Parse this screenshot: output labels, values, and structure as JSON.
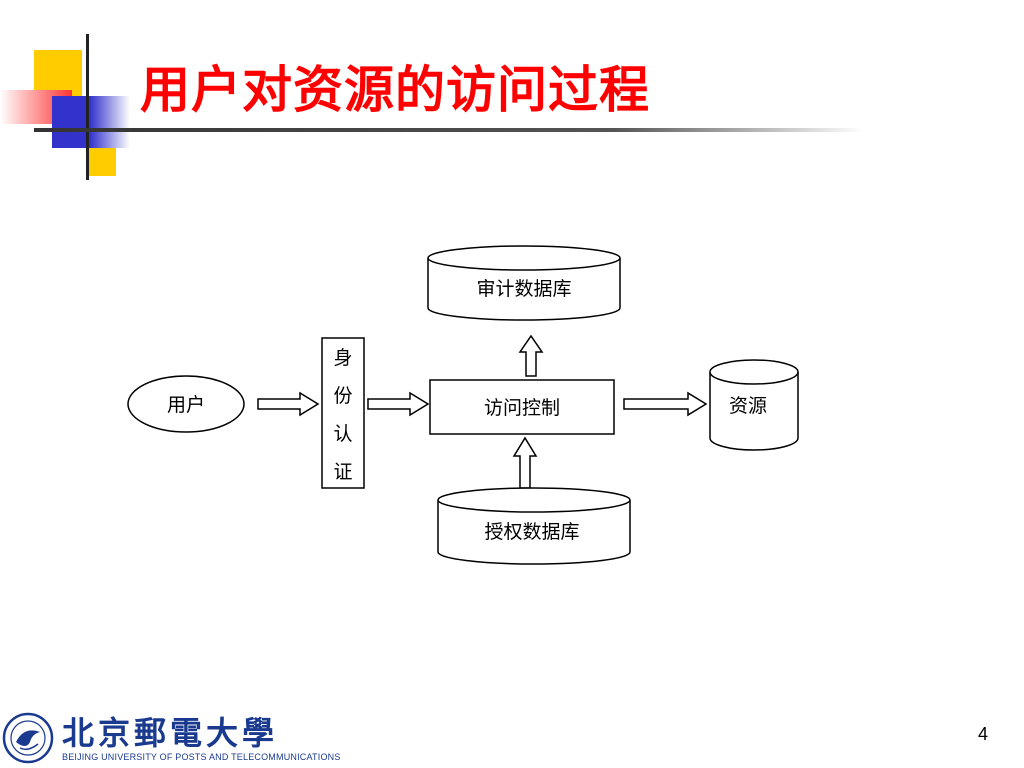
{
  "slide": {
    "title": "用户对资源的访问过程",
    "page_number": "4"
  },
  "diagram": {
    "user": "用户",
    "auth": [
      "身",
      "份",
      "认",
      "证"
    ],
    "access_control": "访问控制",
    "resource": "资源",
    "audit_db": "审计数据库",
    "authz_db": "授权数据库"
  },
  "footer": {
    "university_cn": "北京郵電大學",
    "university_en": "BEIJING UNIVERSITY OF POSTS AND TELECOMMUNICATIONS"
  },
  "colors": {
    "title": "#ff0000",
    "accent_yellow": "#ffcc00",
    "accent_blue": "#3333cc",
    "accent_red": "#ff3333",
    "logo_blue": "#1a3a8f"
  }
}
